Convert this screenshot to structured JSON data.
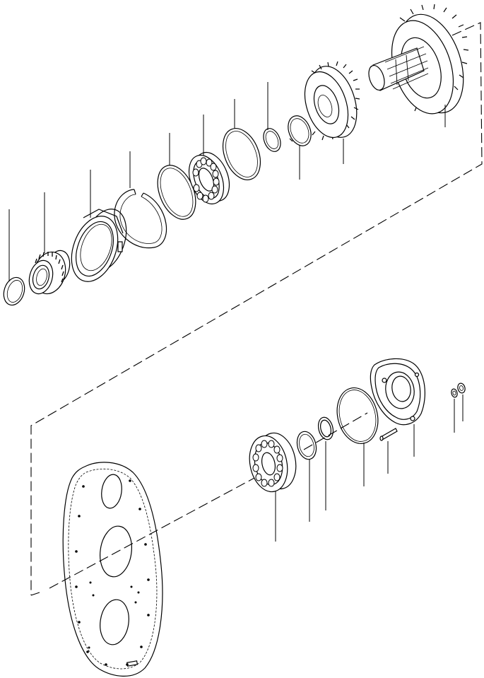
{
  "diagram": {
    "kind": "exploded-parts-view",
    "line_color": "#000000",
    "background": "#ffffff",
    "upper_group_parts": [
      "snap-ring",
      "gear-hub",
      "bearing-cup-housing",
      "split-snap-ring",
      "o-ring",
      "ball-bearing",
      "ring",
      "snap-ring-small",
      "retaining-ring",
      "spur-gear",
      "output-gear-shaft"
    ],
    "lower_group_parts": [
      "cover-plate",
      "ball-bearing",
      "snap-ring",
      "retaining-ring",
      "o-ring",
      "dowel-pin",
      "bearing-cap",
      "washer",
      "nut"
    ]
  }
}
